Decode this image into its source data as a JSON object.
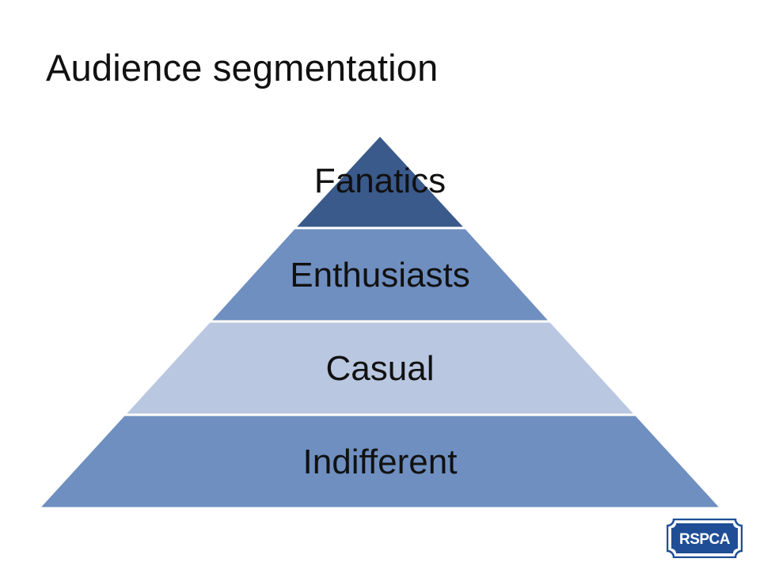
{
  "slide": {
    "title": "Audience segmentation"
  },
  "pyramid": {
    "tiers": [
      {
        "label": "Fanatics",
        "color": "#3A5A8B"
      },
      {
        "label": "Enthusiasts",
        "color": "#6F8FC0"
      },
      {
        "label": "Casual",
        "color": "#B9C7E1"
      },
      {
        "label": "Indifferent",
        "color": "#6F8FC0"
      }
    ],
    "separator_color": "#FFFFFF"
  },
  "logo": {
    "text": "RSPCA",
    "icon": "rspca-logo",
    "color": "#1F4E96"
  }
}
